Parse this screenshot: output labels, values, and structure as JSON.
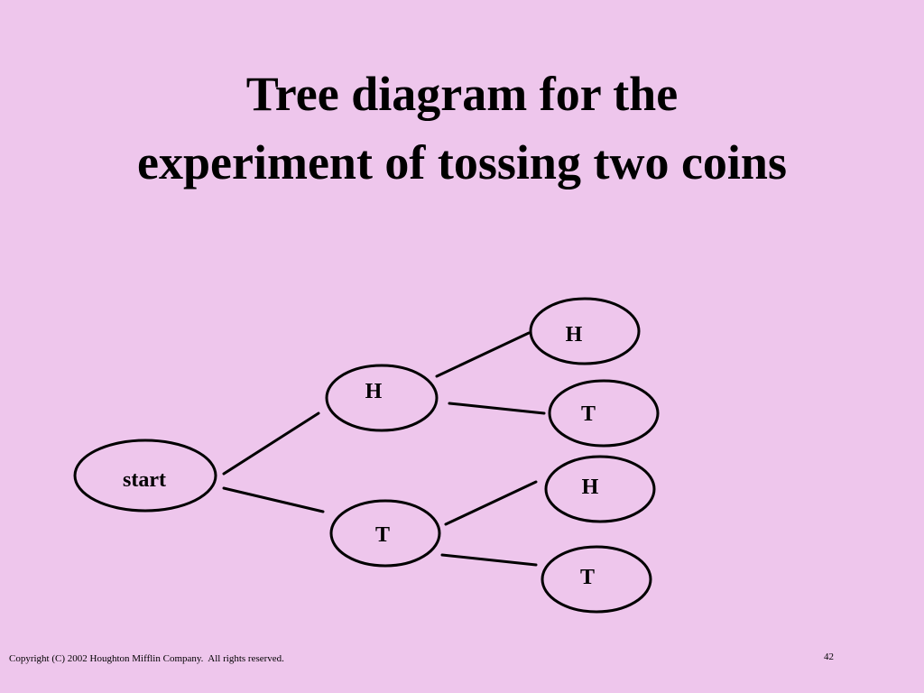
{
  "slide": {
    "background_color": "#eec6ec",
    "title_line_1": "Tree diagram for the",
    "title_line_2": "experiment of tossing two coins",
    "copyright": "Copyright (C) 2002 Houghton Mifflin Company.  All rights reserved.",
    "page_number": "42"
  },
  "tree": {
    "root": "start",
    "first_toss": [
      "H",
      "T"
    ],
    "second_toss": {
      "after_H": [
        "H",
        "T"
      ],
      "after_T": [
        "H",
        "T"
      ]
    }
  }
}
